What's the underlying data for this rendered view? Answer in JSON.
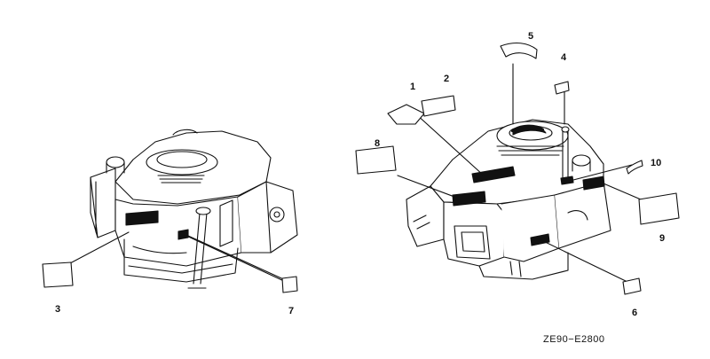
{
  "diagram": {
    "callouts": [
      {
        "id": "c1",
        "number": "1"
      },
      {
        "id": "c2",
        "number": "2"
      },
      {
        "id": "c3",
        "number": "3"
      },
      {
        "id": "c4",
        "number": "4"
      },
      {
        "id": "c5",
        "number": "5"
      },
      {
        "id": "c6",
        "number": "6"
      },
      {
        "id": "c7",
        "number": "7"
      },
      {
        "id": "c8",
        "number": "8"
      },
      {
        "id": "c9",
        "number": "9"
      },
      {
        "id": "c10",
        "number": "10"
      }
    ],
    "drawing_code": "ZE90−E2800"
  },
  "colors": {
    "line": "#111111",
    "paper": "#ffffff",
    "label_fill": "#111111"
  }
}
